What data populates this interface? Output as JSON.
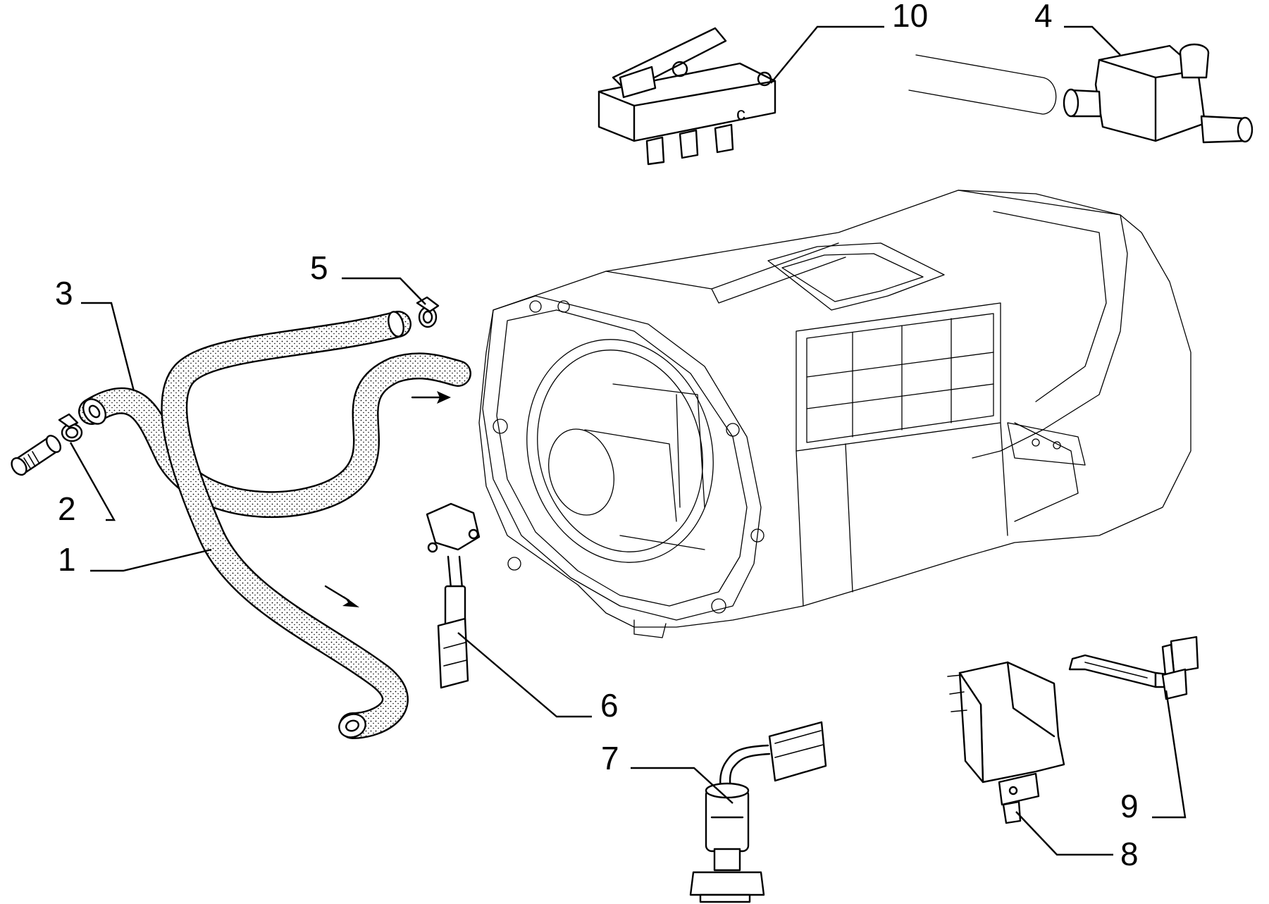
{
  "callouts": [
    {
      "id": "hose-1",
      "label": "1"
    },
    {
      "id": "clamp-2",
      "label": "2"
    },
    {
      "id": "hose-3",
      "label": "3"
    },
    {
      "id": "valve-4",
      "label": "4"
    },
    {
      "id": "clamp-5",
      "label": "5"
    },
    {
      "id": "sensor-6",
      "label": "6"
    },
    {
      "id": "sensor-7",
      "label": "7"
    },
    {
      "id": "resistor-8",
      "label": "8"
    },
    {
      "id": "sensor-9",
      "label": "9"
    },
    {
      "id": "microswitch-10",
      "label": "10"
    }
  ],
  "colors": {
    "line": "#000000",
    "background": "#ffffff"
  }
}
